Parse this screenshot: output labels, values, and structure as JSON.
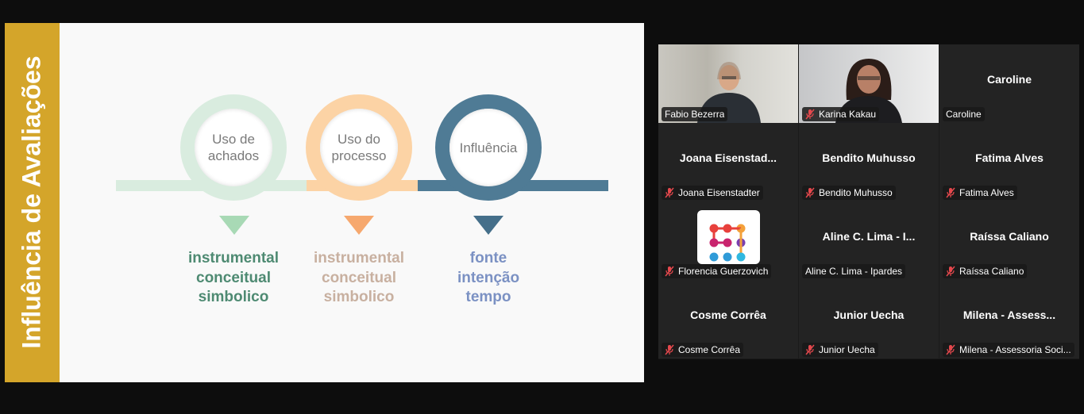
{
  "slide": {
    "side_title": "Influência de Avaliações",
    "items": [
      {
        "ring_label": "Uso de\nachados",
        "types": [
          "instrumental",
          "conceitual",
          "simbolico"
        ],
        "color": "#d9ecdf",
        "arrow_color": "#a8d9b5",
        "text_color": "#4e8a72"
      },
      {
        "ring_label": "Uso do\nprocesso",
        "types": [
          "instrumental",
          "conceitual",
          "simbolico"
        ],
        "color": "#fcd3a5",
        "arrow_color": "#f6a86e",
        "text_color": "#c8b0a0"
      },
      {
        "ring_label": "Influência",
        "types": [
          "fonte",
          "intenção",
          "tempo"
        ],
        "color": "#4f7b95",
        "arrow_color": "#456f8a",
        "text_color": "#7b91c3"
      }
    ],
    "accent_color": "#d4a52a"
  },
  "participants": [
    {
      "name": "Fabio Bezerra",
      "big": "",
      "video": true,
      "muted": false,
      "active": true
    },
    {
      "name": "Karina Kakau",
      "big": "",
      "video": true,
      "muted": true
    },
    {
      "name": "Caroline",
      "big": "Caroline",
      "video": false,
      "muted": false
    },
    {
      "name": "Joana Eisenstadter",
      "big": "Joana  Eisenstad...",
      "video": false,
      "muted": true
    },
    {
      "name": "Bendito Muhusso",
      "big": "Bendito Muhusso",
      "video": false,
      "muted": true
    },
    {
      "name": "Fatima Alves",
      "big": "Fatima Alves",
      "video": false,
      "muted": true
    },
    {
      "name": "Florencia Guerzovich",
      "big": "",
      "video": false,
      "muted": true,
      "avatar": "logo-icon"
    },
    {
      "name": "Aline C. Lima - Ipardes",
      "big": "Aline C. Lima - I...",
      "video": false,
      "muted": false
    },
    {
      "name": "Raíssa Caliano",
      "big": "Raíssa Caliano",
      "video": false,
      "muted": true
    },
    {
      "name": "Cosme Corrêa",
      "big": "Cosme Corrêa",
      "video": false,
      "muted": true
    },
    {
      "name": "Junior Uecha",
      "big": "Junior Uecha",
      "video": false,
      "muted": true
    },
    {
      "name": "Milena - Assessoria Soci...",
      "big": "Milena  -  Assess...",
      "video": false,
      "muted": true
    }
  ],
  "colors": {
    "active_speaker": "#22d083",
    "mute": "#e5484d"
  }
}
